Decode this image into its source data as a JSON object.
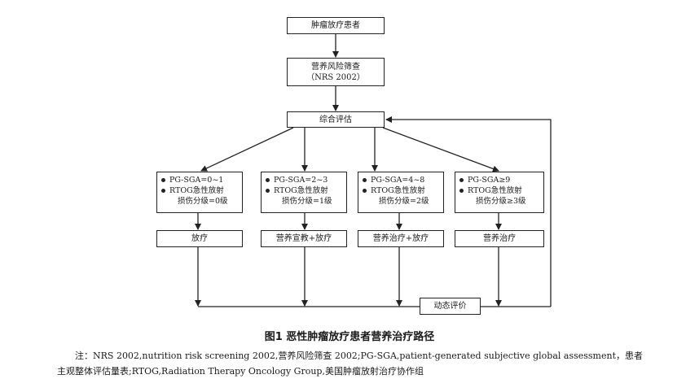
{
  "nodes": {
    "start": "肿瘤放疗患者",
    "screening": "营养风险筛查",
    "screening_sub": "（NRS 2002）",
    "assess": "综合评估",
    "dynamic": "动态评价"
  },
  "criteria": [
    {
      "pg": "PG-SGA=0~1",
      "rtog1": "RTOG急性放射",
      "rtog2": "损伤分级=0级",
      "action": "放疗"
    },
    {
      "pg": "PG-SGA=2~3",
      "rtog1": "RTOG急性放射",
      "rtog2": "损伤分级=1级",
      "action": "营养宣教+放疗"
    },
    {
      "pg": "PG-SGA=4~8",
      "rtog1": "RTOG急性放射",
      "rtog2": "损伤分级=2级",
      "action": "营养治疗+放疗"
    },
    {
      "pg": "PG-SGA≥9",
      "rtog1": "RTOG急性放射",
      "rtog2": "损伤分级≥3级",
      "action": "营养治疗"
    }
  ],
  "caption": {
    "title": "图1  恶性肿瘤放疗患者营养治疗路径",
    "note_line1": "注：NRS 2002,nutrition risk screening 2002,营养风险筛查 2002;PG-SGA,patient-generated subjective global assessment，患者",
    "note_line2": "主观整体评估量表;RTOG,Radiation Therapy Oncology Group,美国肿瘤放射治疗协作组"
  }
}
